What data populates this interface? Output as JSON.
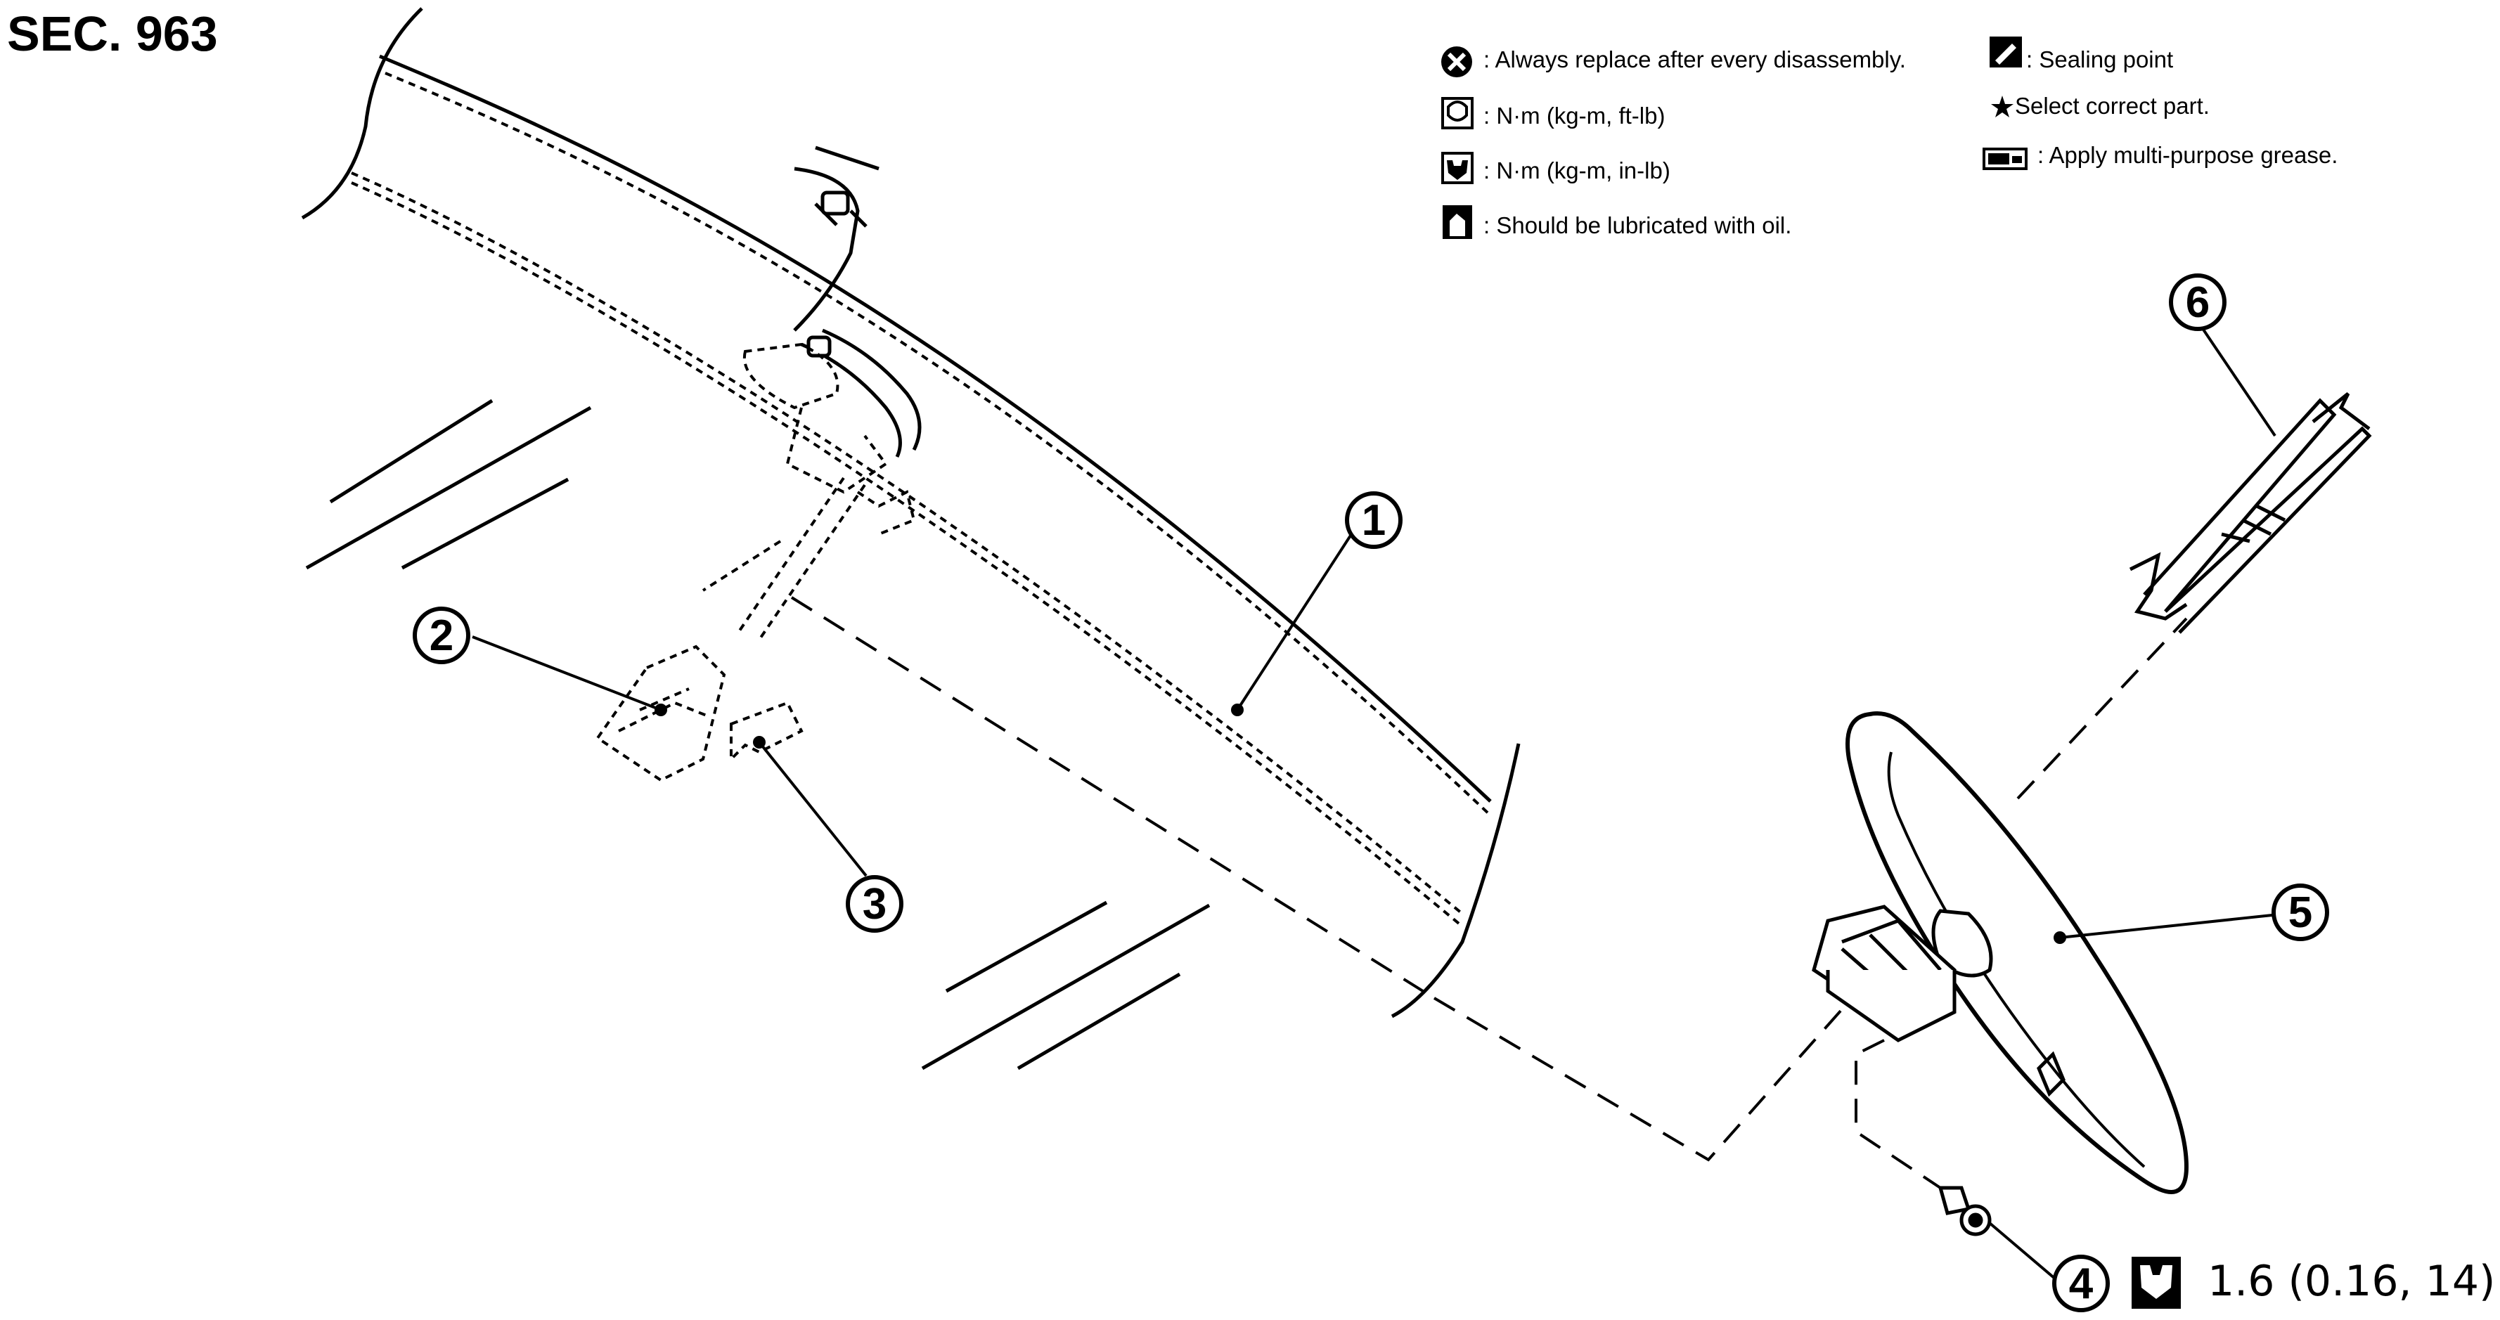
{
  "section_label": "SEC. 963",
  "legend": {
    "items_left": [
      {
        "icon": "replace-x-icon",
        "text": ": Always replace after every disassembly."
      },
      {
        "icon": "torque-ft-lb-icon",
        "text": ": N·m (kg-m, ft-lb)"
      },
      {
        "icon": "torque-in-lb-icon",
        "text": ": N·m (kg-m, in-lb)"
      },
      {
        "icon": "oil-lubricate-icon",
        "text": ": Should be lubricated with oil."
      }
    ],
    "items_right": [
      {
        "icon": "sealing-point-icon",
        "text": ": Sealing point"
      },
      {
        "icon": "star-icon",
        "text": "Select correct part."
      },
      {
        "icon": "grease-icon",
        "text": ": Apply multi-purpose grease."
      }
    ]
  },
  "callouts": [
    "1",
    "2",
    "3",
    "4",
    "5",
    "6"
  ],
  "torque_spec": "1.6 (0.16, 14)"
}
